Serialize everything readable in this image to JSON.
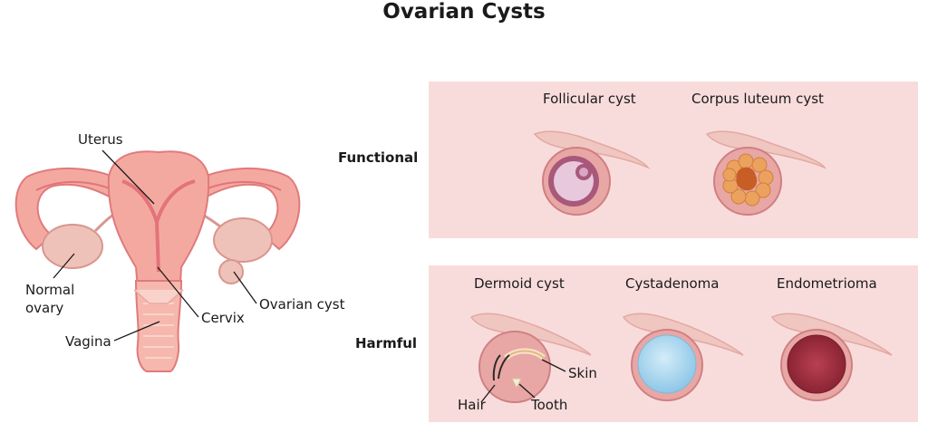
{
  "title": "Ovarian Cysts",
  "anatomy": {
    "uterus": "Uterus",
    "normal_ovary": "Normal\novary",
    "ovarian_cyst": "Ovarian cyst",
    "cervix": "Cervix",
    "vagina": "Vagina"
  },
  "categories": {
    "functional": "Functional",
    "harmful": "Harmful"
  },
  "cysts": {
    "follicular": "Follicular cyst",
    "corpus_luteum": "Corpus luteum cyst",
    "dermoid": "Dermoid cyst",
    "cystadenoma": "Cystadenoma",
    "endometrioma": "Endometrioma"
  },
  "dermoid_parts": {
    "skin": "Skin",
    "hair": "Hair",
    "tooth": "Tooth"
  },
  "colors": {
    "panel_bg": "#f8dcdb",
    "uterus_fill": "#f4a9a0",
    "uterus_dark": "#e3737a",
    "ovary": "#eec2b8",
    "cystadenoma_blue": "#a9d4ee",
    "endometrioma_red": "#a32f3f",
    "corpus_orange": "#e59146"
  }
}
